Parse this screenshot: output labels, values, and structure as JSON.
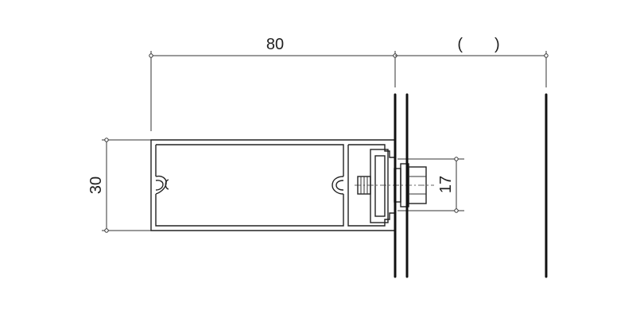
{
  "dimensions": {
    "width": "80",
    "height": "30",
    "fastener_spacing": "17",
    "panel_gap": "(　　)"
  }
}
